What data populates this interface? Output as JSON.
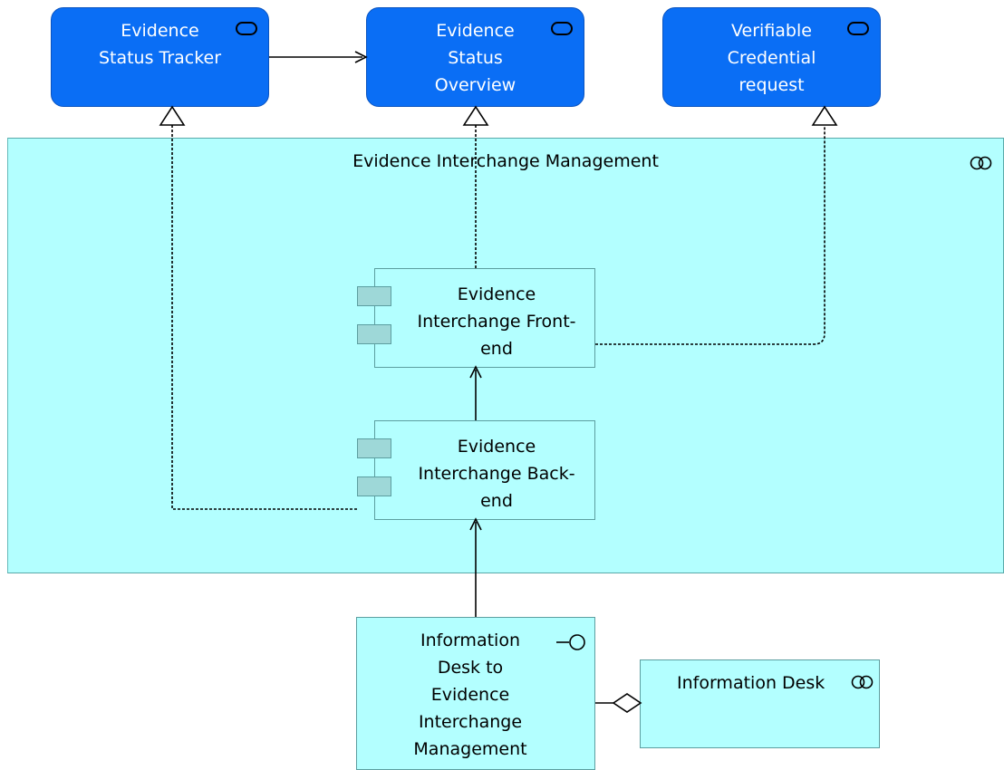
{
  "services": [
    {
      "id": "svc1",
      "lines": [
        "Evidence",
        "Status Tracker"
      ]
    },
    {
      "id": "svc2",
      "lines": [
        "Evidence",
        "Status",
        "Overview"
      ]
    },
    {
      "id": "svc3",
      "lines": [
        "Verifiable",
        "Credential",
        "request"
      ]
    }
  ],
  "collaboration": {
    "title": "Evidence Interchange Management"
  },
  "components": [
    {
      "id": "front",
      "lines": [
        "Evidence",
        "Interchange Front-",
        "end"
      ]
    },
    {
      "id": "back",
      "lines": [
        "Evidence",
        "Interchange Back-",
        "end"
      ]
    }
  ],
  "interface": {
    "lines": [
      "Information",
      "Desk to",
      "Evidence",
      "Interchange",
      "Management"
    ]
  },
  "actor": {
    "title": "Information Desk"
  },
  "colors": {
    "service_fill": "#0a6ef5",
    "element_fill": "#b3ffff",
    "component_tab": "#9ed8d8"
  }
}
